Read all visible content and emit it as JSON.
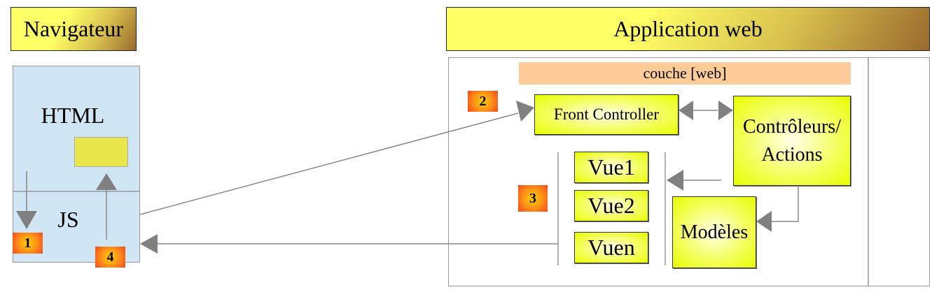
{
  "navigator": {
    "title": "Navigateur",
    "html_label": "HTML",
    "js_label": "JS"
  },
  "app": {
    "title": "Application web",
    "layer": "couche [web]",
    "front_controller": "Front Controller",
    "controllers": "Contrôleurs/ Actions",
    "models": "Modèles",
    "views": [
      "Vue1",
      "Vue2",
      "Vuen"
    ]
  },
  "steps": [
    "1",
    "2",
    "3",
    "4"
  ],
  "colors": {
    "browser_bg": "#d0e6f4",
    "layer_bg": "#ffcc99",
    "badge": "#ff6a1a",
    "arrow": "#808080"
  }
}
